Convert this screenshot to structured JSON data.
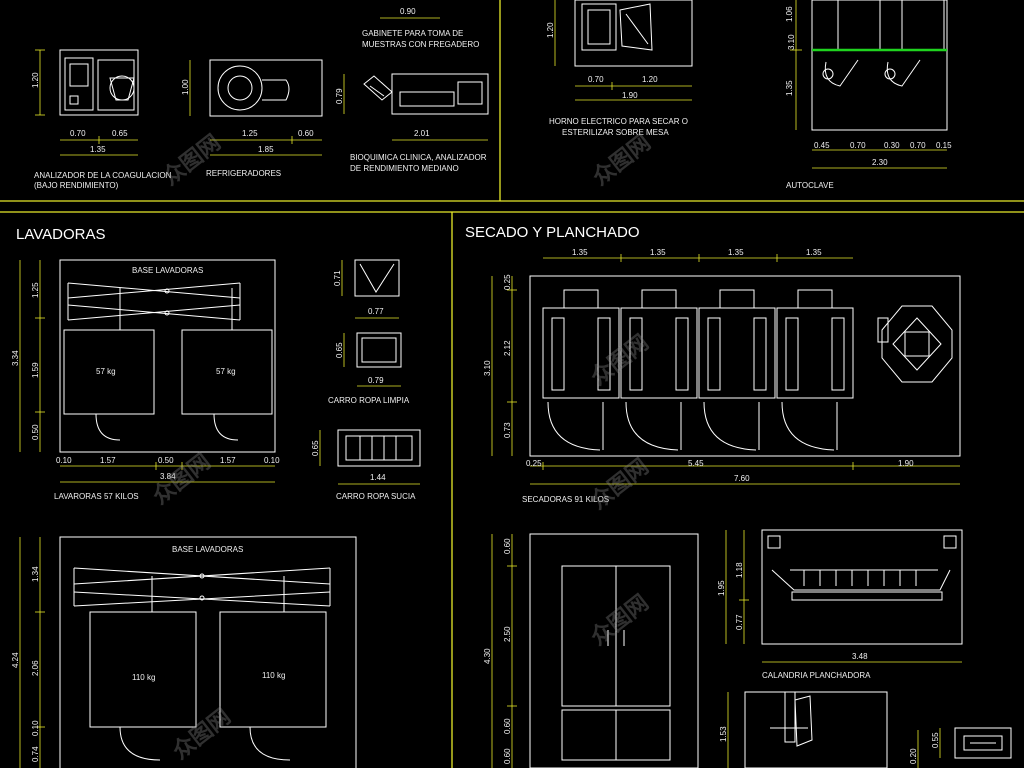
{
  "colors": {
    "background": "#000000",
    "frame": "#e7e92a",
    "geometry": "#ffffff",
    "text": "#f0f0f0",
    "title": "#ffffff",
    "accent_green": "#1fd31f",
    "dimension": "#e7e92a"
  },
  "panels": {
    "lavadoras_title": "LAVADORAS",
    "secado_title": "SECADO Y PLANCHADO"
  },
  "labels": {
    "gabinete": "GABINETE PARA TOMA DE MUESTRAS CON FREGADERO",
    "gabinete_line1": "GABINETE PARA TOMA DE",
    "gabinete_line2": "MUESTRAS CON FREGADERO",
    "analizador_line1": "ANALIZADOR DE LA COAGULACION",
    "analizador_line2": "(BAJO RENDIMIENTO)",
    "refrigeradores": "REFRIGERADORES",
    "bioquimica_line1": "BIOQUIMICA CLINICA, ANALIZADOR",
    "bioquimica_line2": "DE RENDIMIENTO MEDIANO",
    "horno_line1": "HORNO ELECTRICO PARA SECAR O",
    "horno_line2": "ESTERILIZAR SOBRE MESA",
    "autoclave": "AUTOCLAVE",
    "base_lavadoras_1": "BASE LAVADORAS",
    "base_lavadoras_2": "BASE LAVADORAS",
    "lavadoras_57": "LAVARORAS 57 KILOS",
    "carro_limpia": "CARRO ROPA LIMPIA",
    "carro_sucia": "CARRO ROPA SUCIA",
    "secadoras": "SECADORAS 91 KILOS",
    "calandria": "CALANDRIA PLANCHADORA",
    "kg57_a": "57 kg",
    "kg57_b": "57 kg",
    "kg110_a": "110 kg",
    "kg110_b": "110 kg"
  },
  "dims": {
    "d_090": "0.90",
    "d_120a": "1.20",
    "d_070a": "0.70",
    "d_065a": "0.65",
    "d_135a": "1.35",
    "d_100": "1.00",
    "d_125": "1.25",
    "d_060a": "0.60",
    "d_185": "1.85",
    "d_079a": "0.79",
    "d_201": "2.01",
    "d_120b": "1.20",
    "d_070b": "0.70",
    "d_120c": "1.20",
    "d_190a": "1.90",
    "d_310a": "3.10",
    "d_106": "1.06",
    "d_135b": "1.35",
    "d_045": "0.45",
    "d_070c": "0.70",
    "d_030": "0.30",
    "d_070d": "0.70",
    "d_015": "0.15",
    "d_230": "2.30",
    "d_334": "3.34",
    "d_125b": "1.25",
    "d_159": "1.59",
    "d_050a": "0.50",
    "d_010a": "0.10",
    "d_157a": "1.57",
    "d_050b": "0.50",
    "d_157b": "1.57",
    "d_010b": "0.10",
    "d_384": "3.84",
    "d_071": "0.71",
    "d_077": "0.77",
    "d_065b": "0.65",
    "d_079b": "0.79",
    "d_065c": "0.65",
    "d_144": "1.44",
    "d_424": "4.24",
    "d_134": "1.34",
    "d_206": "2.06",
    "d_010c": "0.10",
    "d_074": "0.74",
    "d_135c": "1.35",
    "d_135d": "1.35",
    "d_135e": "1.35",
    "d_135f": "1.35",
    "d_310b": "3.10",
    "d_025a": "0.25",
    "d_212": "2.12",
    "d_073": "0.73",
    "d_025b": "0.25",
    "d_545": "5.45",
    "d_190b": "1.90",
    "d_760": "7.60",
    "d_430": "4.30",
    "d_060b": "0.60",
    "d_250": "2.50",
    "d_060c": "0.60",
    "d_060d": "0.60",
    "d_195": "1.95",
    "d_118": "1.18",
    "d_077b": "0.77",
    "d_348": "3.48",
    "d_153": "1.53",
    "d_020": "0.20",
    "d_055": "0.55"
  },
  "watermark": "众图网"
}
